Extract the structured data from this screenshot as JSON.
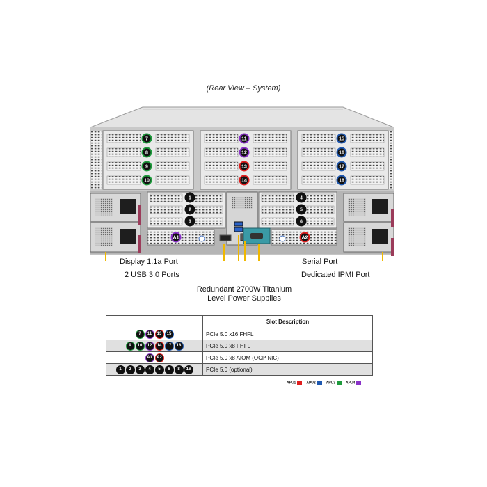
{
  "caption": "(Rear View – System)",
  "colors": {
    "APU1": "#e01e1e",
    "APU2": "#1e58b0",
    "APU3": "#1e9a3c",
    "APU4": "#8a32c8",
    "callout_line": "#f0b800",
    "chassis_gray": "#bdbdbd"
  },
  "chassis": {
    "top_slots": [
      {
        "label": "7",
        "apu": "APU3"
      },
      {
        "label": "8",
        "apu": "APU3"
      },
      {
        "label": "9",
        "apu": "APU3"
      },
      {
        "label": "10",
        "apu": "APU3"
      },
      {
        "label": "11",
        "apu": "APU4"
      },
      {
        "label": "12",
        "apu": "APU4"
      },
      {
        "label": "13",
        "apu": "APU1"
      },
      {
        "label": "14",
        "apu": "APU1"
      },
      {
        "label": "15",
        "apu": "APU2"
      },
      {
        "label": "16",
        "apu": "APU2"
      },
      {
        "label": "17",
        "apu": "APU2"
      },
      {
        "label": "18",
        "apu": "APU2"
      }
    ],
    "mid_slots": [
      "1",
      "2",
      "3",
      "4",
      "5",
      "6"
    ],
    "aiom": [
      {
        "label": "A1",
        "apu": "APU4"
      },
      {
        "label": "A2",
        "apu": "APU1"
      }
    ]
  },
  "callouts": {
    "display": "Display 1.1a Port",
    "usb": "2 USB 3.0 Ports",
    "serial": "Serial Port",
    "ipmi": "Dedicated IPMI Port",
    "psu_line1": "Redundant 2700W Titanium",
    "psu_line2": "Level Power Supplies"
  },
  "table": {
    "header": "Slot Description",
    "rows": [
      {
        "chips": [
          {
            "l": "7",
            "c": "APU3"
          },
          {
            "l": "11",
            "c": "APU4"
          },
          {
            "l": "13",
            "c": "APU1"
          },
          {
            "l": "15",
            "c": "APU2"
          }
        ],
        "desc": "PCIe 5.0 x16 FHFL"
      },
      {
        "chips": [
          {
            "l": "9",
            "c": "APU3"
          },
          {
            "l": "10",
            "c": "APU3"
          },
          {
            "l": "12",
            "c": "APU4"
          },
          {
            "l": "14",
            "c": "APU1"
          },
          {
            "l": "17",
            "c": "APU2"
          },
          {
            "l": "18",
            "c": "APU2"
          }
        ],
        "desc": "PCIe 5.0 x8 FHFL"
      },
      {
        "chips": [
          {
            "l": "A1",
            "c": "APU4"
          },
          {
            "l": "A2",
            "c": "APU1"
          }
        ],
        "desc": "PCIe 5.0 x8 AIOM (OCP NIC)"
      },
      {
        "chips": [
          {
            "l": "1",
            "c": ""
          },
          {
            "l": "2",
            "c": ""
          },
          {
            "l": "3",
            "c": ""
          },
          {
            "l": "4",
            "c": ""
          },
          {
            "l": "5",
            "c": ""
          },
          {
            "l": "6",
            "c": ""
          },
          {
            "l": "8",
            "c": ""
          },
          {
            "l": "16",
            "c": ""
          }
        ],
        "desc": "PCIe 5.0 (optional)"
      }
    ]
  },
  "legend": [
    {
      "name": "APU1",
      "apu": "APU1"
    },
    {
      "name": "APU2",
      "apu": "APU2"
    },
    {
      "name": "APU3",
      "apu": "APU3"
    },
    {
      "name": "APU4",
      "apu": "APU4"
    }
  ]
}
